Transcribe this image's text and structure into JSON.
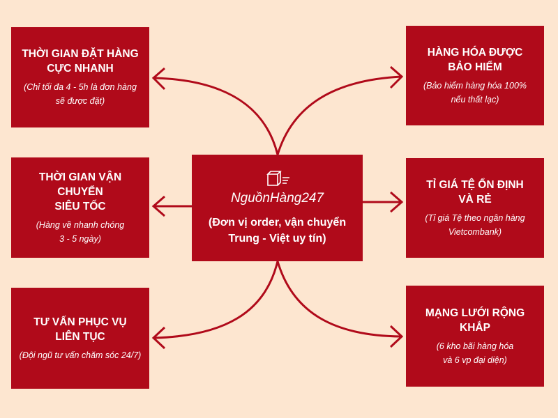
{
  "center": {
    "brand": "NguồnHàng247",
    "desc": "(Đơn vị order, vận chuyển\nTrung - Việt uy tín)",
    "icon": "box-delivery-icon"
  },
  "boxes": [
    {
      "title": "THỜI GIAN ĐẶT HÀNG\nCỰC NHANH",
      "sub": "(Chỉ tối đa 4 - 5h là đơn hàng\nsẽ được đặt)"
    },
    {
      "title": "THỜI GIAN VẬN CHUYỂN\nSIÊU TỐC",
      "sub": "(Hàng về nhanh chóng\n3 - 5 ngày)"
    },
    {
      "title": "TƯ VẤN PHỤC VỤ\nLIÊN TỤC",
      "sub": "(Đội ngũ tư vấn chăm sóc 24/7)"
    },
    {
      "title": "HÀNG HÓA ĐƯỢC\nBẢO HIỂM",
      "sub": "(Bảo hiểm hàng hóa 100%\nnếu thất lạc)"
    },
    {
      "title": "TỈ GIÁ TỆ ỔN ĐỊNH\nVÀ RẺ",
      "sub": "(Tỉ giá Tệ theo ngân hàng\nVietcombank)"
    },
    {
      "title": "MẠNG LƯỚI RỘNG KHẮP",
      "sub": "(6 kho bãi hàng hóa\nvà 6 vp đại diện)"
    }
  ],
  "colors": {
    "background": "#fde6d0",
    "accent": "#b00a1a"
  }
}
